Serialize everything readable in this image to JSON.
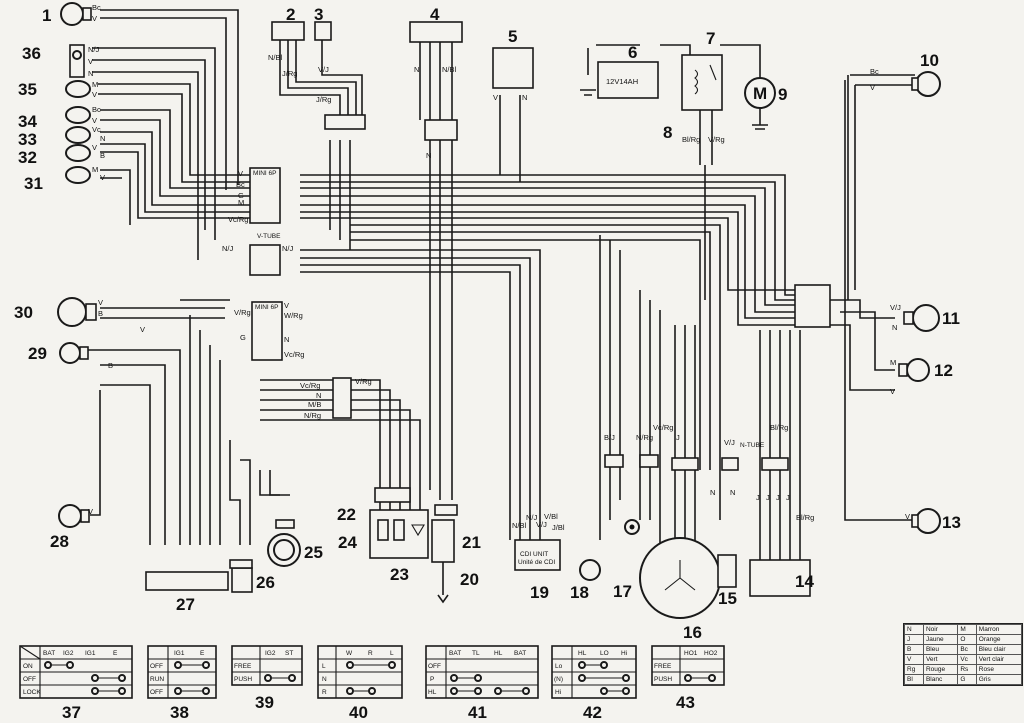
{
  "components": [
    {
      "id": "c1",
      "number": "1"
    },
    {
      "id": "c2",
      "number": "2"
    },
    {
      "id": "c3",
      "number": "3"
    },
    {
      "id": "c4",
      "number": "4"
    },
    {
      "id": "c5",
      "number": "5"
    },
    {
      "id": "c6",
      "number": "6"
    },
    {
      "id": "c7",
      "number": "7"
    },
    {
      "id": "c8",
      "number": "8"
    },
    {
      "id": "c9",
      "number": "9"
    },
    {
      "id": "c10",
      "number": "10"
    },
    {
      "id": "c11",
      "number": "11"
    },
    {
      "id": "c12",
      "number": "12"
    },
    {
      "id": "c13",
      "number": "13"
    },
    {
      "id": "c14",
      "number": "14"
    },
    {
      "id": "c15",
      "number": "15"
    },
    {
      "id": "c16",
      "number": "16"
    },
    {
      "id": "c17",
      "number": "17"
    },
    {
      "id": "c18",
      "number": "18"
    },
    {
      "id": "c19",
      "number": "19"
    },
    {
      "id": "c20",
      "number": "20"
    },
    {
      "id": "c21",
      "number": "21"
    },
    {
      "id": "c22",
      "number": "22"
    },
    {
      "id": "c23",
      "number": "23"
    },
    {
      "id": "c24",
      "number": "24"
    },
    {
      "id": "c25",
      "number": "25"
    },
    {
      "id": "c26",
      "number": "26"
    },
    {
      "id": "c27",
      "number": "27"
    },
    {
      "id": "c28",
      "number": "28"
    },
    {
      "id": "c29",
      "number": "29"
    },
    {
      "id": "c30",
      "number": "30"
    },
    {
      "id": "c31",
      "number": "31"
    },
    {
      "id": "c32",
      "number": "32"
    },
    {
      "id": "c33",
      "number": "33"
    },
    {
      "id": "c34",
      "number": "34"
    },
    {
      "id": "c35",
      "number": "35"
    },
    {
      "id": "c36",
      "number": "36"
    },
    {
      "id": "c37",
      "number": "37"
    },
    {
      "id": "c38",
      "number": "38"
    },
    {
      "id": "c39",
      "number": "39"
    },
    {
      "id": "c40",
      "number": "40"
    },
    {
      "id": "c41",
      "number": "41"
    },
    {
      "id": "c42",
      "number": "42"
    },
    {
      "id": "c43",
      "number": "43"
    }
  ],
  "parts": {
    "battery": "12V14AH",
    "motor": "M",
    "cdi_unit": "CDI UNIT",
    "cdi_unit_fr": "Unité de CDI",
    "connector": "MINI 6P",
    "v_tube": "V-TUBE",
    "n_tube": "N-TUBE"
  },
  "wire_tags": {
    "lamp1": [
      "Bc",
      "V"
    ],
    "lamp36": [
      "N/J",
      "V",
      "N"
    ],
    "lamp35": [
      "M",
      "V"
    ],
    "lamp34": [
      "Bc",
      "V"
    ],
    "lamp33": [
      "Vc",
      "N"
    ],
    "lamp32": [
      "V",
      "B"
    ],
    "lamp31": [
      "M",
      "V"
    ],
    "lamp30": [
      "V",
      "B"
    ],
    "lamp29": [
      "V",
      "B"
    ],
    "lamp28": [
      "V"
    ],
    "lamp10": [
      "Bc",
      "V"
    ],
    "lamp11": [
      "V/J",
      "N"
    ],
    "lamp12": [
      "M",
      "V"
    ],
    "lamp13": [
      "V"
    ],
    "sw2": [
      "N/Bl",
      "J/Rg",
      "J/Rg"
    ],
    "sw3": [
      "V/J"
    ],
    "sw4": [
      "N",
      "N/Bl",
      "N"
    ],
    "sw5": [
      "V",
      "N"
    ],
    "relay8": [
      "Bl/Rg",
      "V/Rg"
    ],
    "conn_a": [
      "V",
      "Bc",
      "G",
      "M",
      "Vc/Rg"
    ],
    "conn_b": [
      "N/J",
      "N/J"
    ],
    "conn_c": [
      "V/Rg",
      "V",
      "W/Rg",
      "G",
      "N",
      "Vc/Rg"
    ],
    "conn_d": [
      "Vc/Rg",
      "V/Rg",
      "N",
      "M/B",
      "N/Rg"
    ],
    "unit19": [
      "N/Bl",
      "N/J",
      "V/J",
      "V/Bl",
      "J/Bl"
    ],
    "unit14": [
      "J",
      "J",
      "J",
      "J",
      "Bl/Rg"
    ],
    "mid": [
      "B/J",
      "N/Rg",
      "Vc/Rg",
      "Bl/Rg",
      "V/J",
      "N",
      "N",
      "J"
    ]
  },
  "switch_tables": [
    {
      "id": "sw37",
      "columns": [
        "BAT",
        "IG2",
        "IG1",
        "E"
      ],
      "rows": [
        "ON",
        "OFF",
        "LOCK"
      ]
    },
    {
      "id": "sw38",
      "columns": [
        "IG1",
        "E"
      ],
      "rows": [
        "OFF",
        "RUN",
        "OFF"
      ]
    },
    {
      "id": "sw39",
      "columns": [
        "IG2",
        "ST"
      ],
      "rows": [
        "FREE",
        "PUSH"
      ]
    },
    {
      "id": "sw40",
      "columns": [
        "W",
        "R",
        "L"
      ],
      "rows": [
        "L",
        "N",
        "R"
      ]
    },
    {
      "id": "sw41",
      "columns": [
        "BAT",
        "TL",
        "HL",
        "BAT"
      ],
      "rows": [
        "OFF",
        "P",
        "HL"
      ]
    },
    {
      "id": "sw42",
      "columns": [
        "HL",
        "LO",
        "Hi"
      ],
      "rows": [
        "Lo",
        "(N)",
        "Hi"
      ]
    },
    {
      "id": "sw43",
      "columns": [
        "HO1",
        "HO2"
      ],
      "rows": [
        "FREE",
        "PUSH"
      ]
    }
  ],
  "legend": [
    [
      "N",
      "Noir",
      "M",
      "Marron"
    ],
    [
      "J",
      "Jaune",
      "O",
      "Orange"
    ],
    [
      "B",
      "Bleu",
      "Bc",
      "Bleu clair"
    ],
    [
      "V",
      "Vert",
      "Vc",
      "Vert clair"
    ],
    [
      "Rg",
      "Rouge",
      "Rs",
      "Rose"
    ],
    [
      "Bl",
      "Blanc",
      "G",
      "Gris"
    ]
  ]
}
